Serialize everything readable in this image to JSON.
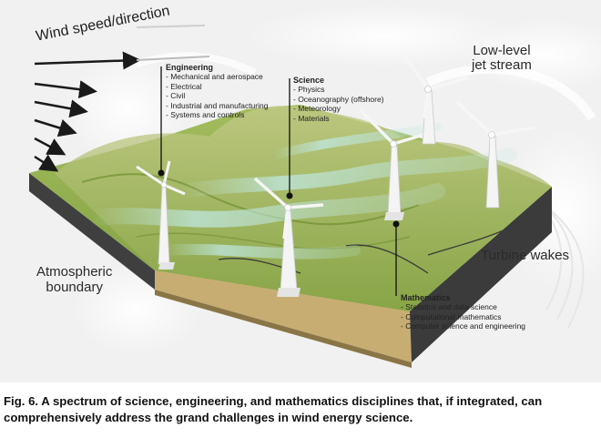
{
  "labels": {
    "wind": "Wind speed/direction",
    "jet_line1": "Low-level",
    "jet_line2": "jet stream",
    "atmos_line1": "Atmospheric",
    "atmos_line2": "boundary",
    "wakes": "Turbine wakes"
  },
  "engineering": {
    "title": "Engineering",
    "items": [
      "- Mechanical and aerospace",
      "- Electrical",
      "- Civil",
      "- Industrial and manufacturing",
      "- Systems and controls"
    ]
  },
  "science": {
    "title": "Science",
    "items": [
      "- Physics",
      "- Oceanography (offshore)",
      "- Meteorology",
      "- Materials"
    ]
  },
  "mathematics": {
    "title": "Mathematics",
    "items": [
      "- Statistics and data science",
      "- Computational mathematics",
      "- Computer science and engineering"
    ]
  },
  "caption": "Fig. 6. A spectrum of science, engineering, and mathematics disciplines that, if integrated, can comprehensively address the grand challenges in wind energy science.",
  "colors": {
    "terrain_top": "#8fb04a",
    "terrain_front": "#c2a86e",
    "terrain_side": "#3d3d3d",
    "wake": "#a8dcd6",
    "background": "#f1f1f1"
  }
}
